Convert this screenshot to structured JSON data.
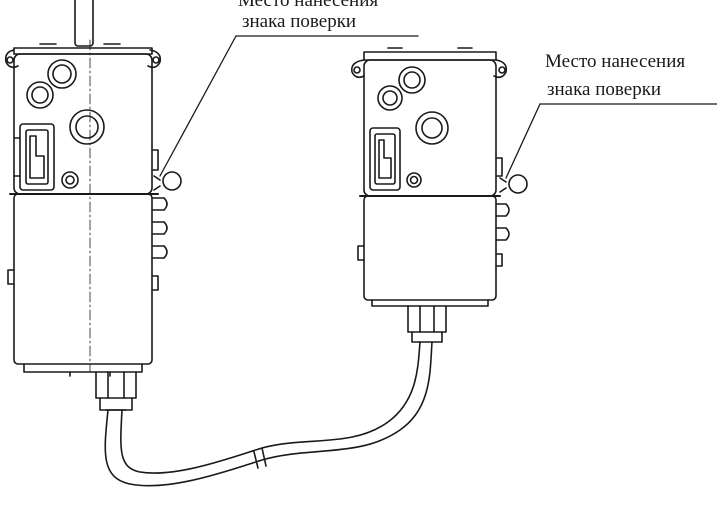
{
  "callouts": {
    "left": {
      "line1": "Место нанесения",
      "line2": "знака поверки"
    },
    "right": {
      "line1": "Место нанесения",
      "line2": "знака поверки"
    }
  },
  "colors": {
    "ink": "#1a1a1a",
    "paper": "#ffffff"
  }
}
